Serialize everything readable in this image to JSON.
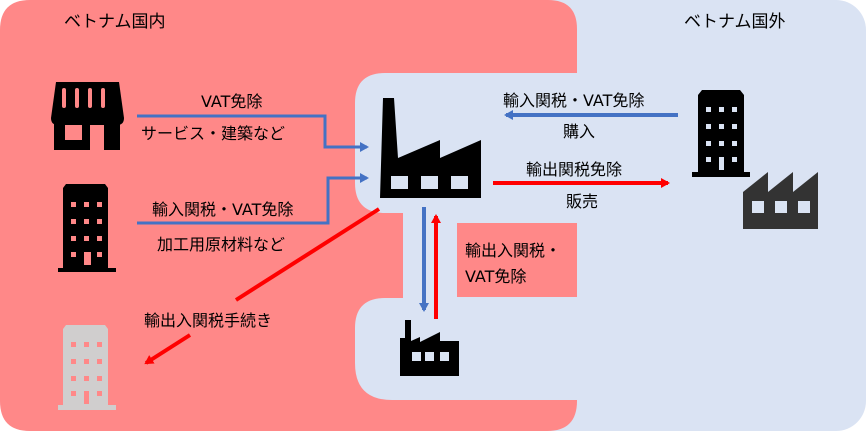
{
  "colors": {
    "domestic_region": "#ff8888",
    "overseas_region": "#dae3f3",
    "blue_arrow": "#4472c4",
    "red_arrow": "#ff0000",
    "icon_black": "#000000",
    "icon_dark_gray": "#333333",
    "icon_light_gray": "#d0cece"
  },
  "regions": {
    "domestic": {
      "title": "ベトナム国内"
    },
    "overseas": {
      "title": "ベトナム国外"
    }
  },
  "entities": {
    "domestic_store": {
      "icon": "store-icon"
    },
    "domestic_supplier": {
      "icon": "building-icon"
    },
    "domestic_customer": {
      "icon": "building-icon",
      "style": "grayed"
    },
    "export_processing_factory": {
      "icon": "factory-icon"
    },
    "subcontract_factory": {
      "icon": "factory-icon"
    },
    "overseas_company": {
      "icon": "building-icon"
    },
    "overseas_factory": {
      "icon": "factory-icon"
    }
  },
  "flows": {
    "store_to_factory": {
      "above": "VAT免除",
      "below": "サービス・建築など",
      "direction": "to-factory",
      "color": "blue"
    },
    "supplier_to_factory": {
      "above": "輸入関税・VAT免除",
      "below": "加工用原材料など",
      "direction": "to-factory",
      "color": "blue"
    },
    "factory_to_domestic": {
      "label": "輸出入関税手続き",
      "direction": "from-factory",
      "color": "red"
    },
    "overseas_to_factory": {
      "above": "輸入関税・VAT免除",
      "below": "購入",
      "direction": "to-factory",
      "color": "blue"
    },
    "factory_to_overseas": {
      "above": "輸出関税免除",
      "below": "販売",
      "direction": "from-factory",
      "color": "red"
    },
    "factory_subcontract": {
      "line1": "輸出入関税・",
      "line2": "VAT免除",
      "directions": [
        "down",
        "up"
      ]
    }
  }
}
